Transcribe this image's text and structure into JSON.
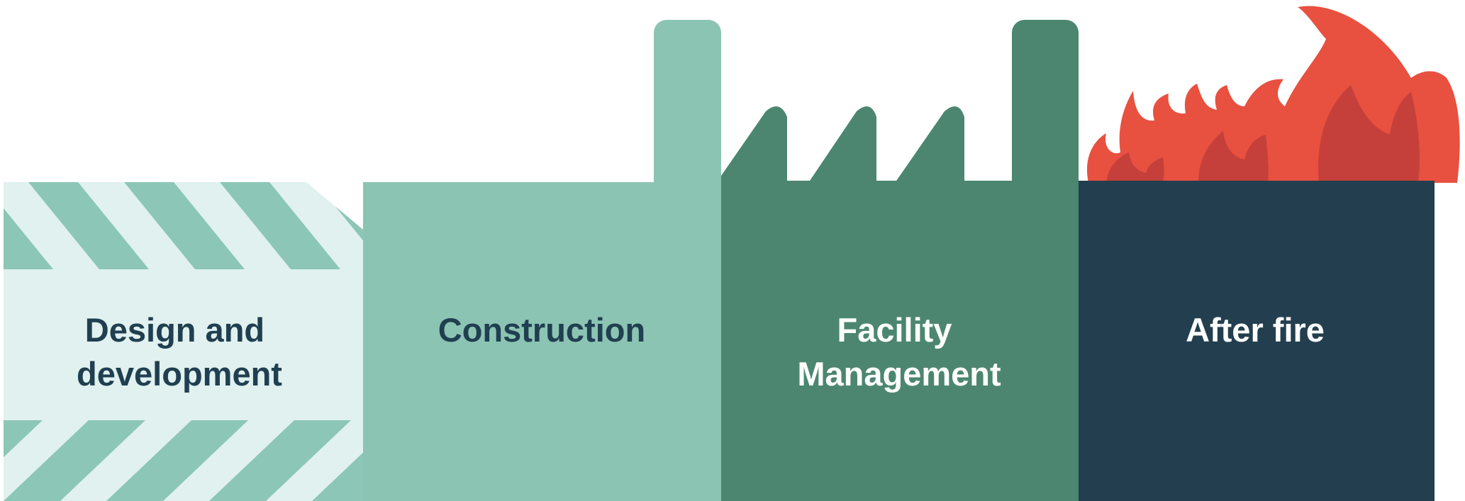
{
  "stages": [
    {
      "id": "design",
      "lines": [
        "Design and",
        "development"
      ],
      "fill": "#e0f1ef",
      "accent": "#8cc6b6",
      "text_color": "#203f50",
      "icon": "striped-hazard-panel"
    },
    {
      "id": "construction",
      "lines": [
        "Construction"
      ],
      "fill": "#8cc4b3",
      "text_color": "#203f50",
      "icon": "building-with-chimney"
    },
    {
      "id": "facility",
      "lines": [
        "Facility",
        "Management"
      ],
      "fill": "#4c8671",
      "text_color": "#ffffff",
      "icon": "factory-sawtooth-roof"
    },
    {
      "id": "after-fire",
      "lines": [
        "After fire"
      ],
      "fill": "#233f4f",
      "flame": "#e8503f",
      "flame_dark": "#c5403a",
      "text_color": "#ffffff",
      "icon": "burning-building"
    }
  ]
}
